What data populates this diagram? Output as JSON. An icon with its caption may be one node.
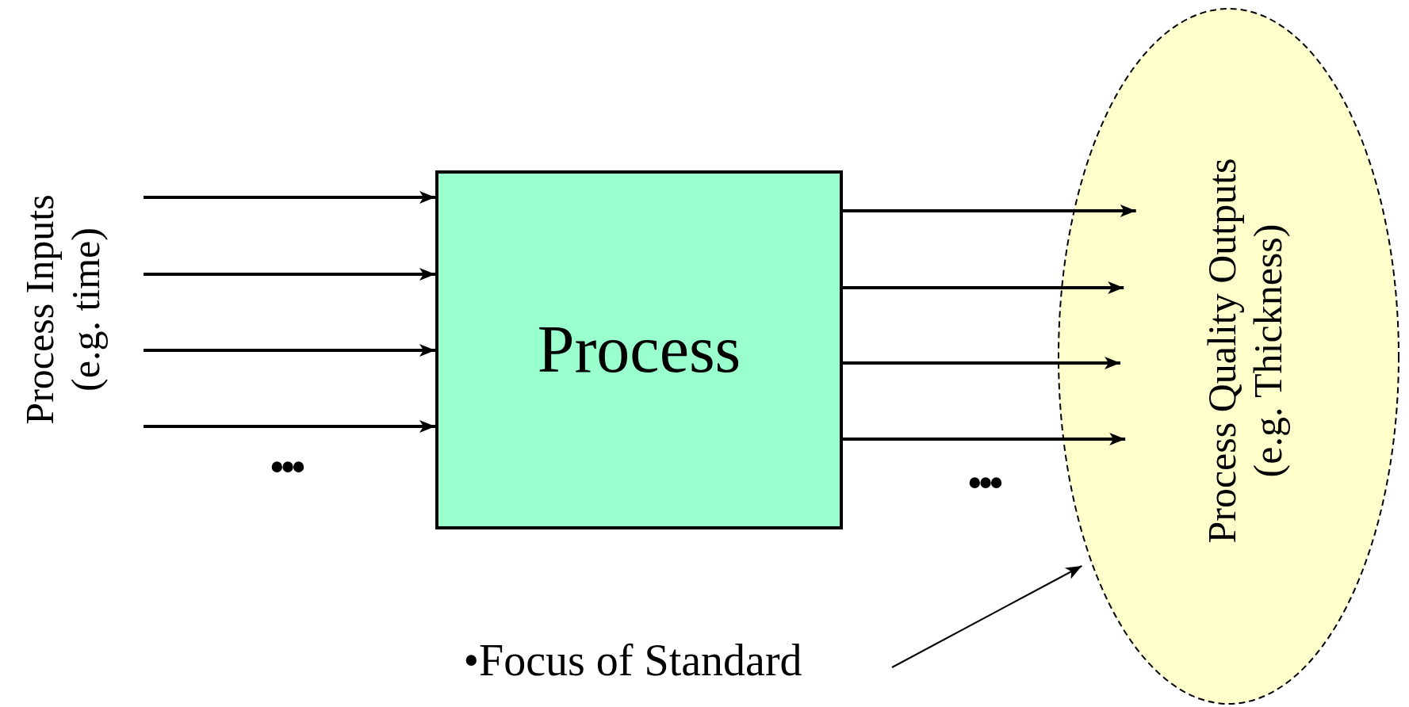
{
  "diagram": {
    "nodes": [
      {
        "text": [
          "Process"
        ]
      },
      {
        "text": [
          "Process Quality Outputs (e.g. Thickness)"
        ]
      },
      {
        "text": [
          "•Focus of Standard"
        ]
      }
    ],
    "edges": [
      {
        "from": null,
        "to": 0,
        "arrow": "to"
      },
      {
        "from": null,
        "to": 0,
        "arrow": "to"
      },
      {
        "from": null,
        "to": 0,
        "arrow": "to"
      },
      {
        "from": null,
        "to": 0,
        "arrow": "to"
      },
      {
        "from": 0,
        "to": 1,
        "arrow": "to"
      },
      {
        "from": 0,
        "to": 1,
        "arrow": "to"
      },
      {
        "from": 0,
        "to": 1,
        "arrow": "to"
      },
      {
        "from": 0,
        "to": 1,
        "arrow": "to"
      },
      {
        "from": 2,
        "to": 1,
        "arrow": "to"
      }
    ],
    "labels": [
      "Process Inputs (e.g. time)",
      "•••",
      "•••"
    ]
  }
}
